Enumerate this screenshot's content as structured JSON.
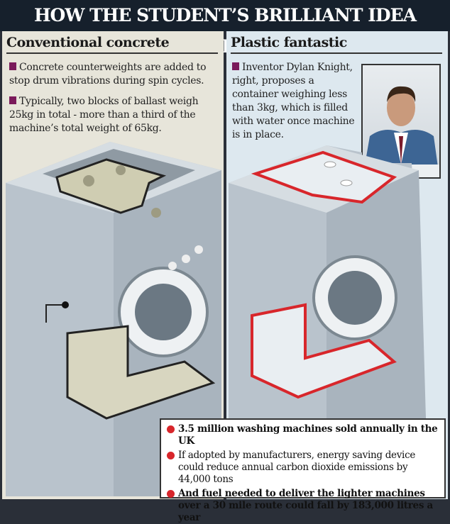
{
  "title": "HOW THE STUDENT’S BRILLIANT IDEA WORKS",
  "left": {
    "heading": "Conventional concrete",
    "points": [
      "Concrete counterweights are added to stop drum vibrations during spin cycles.",
      "Typically, two blocks of ballast weigh 25kg in total - more than a third of the machine’s total weight of 65kg."
    ]
  },
  "right": {
    "heading": "Plastic fantastic",
    "points": [
      "Inventor Dylan Knight, right, proposes a container weighing less than 3kg, which is filled with water once machine is in place."
    ]
  },
  "facts": [
    "3.5 million washing machines sold annually in the UK",
    "If adopted by manufacturers, energy saving device could reduce annual carbon dioxide emissions by 44,000 tons",
    "And fuel needed to deliver the lighter machines over a 30 mile route could fall by 183,000 litres a year"
  ],
  "colors": {
    "header": "#16202c",
    "bullet_square": "#7a1a5a",
    "bullet_dot": "#d8262b",
    "outline_red": "#d8262b"
  }
}
